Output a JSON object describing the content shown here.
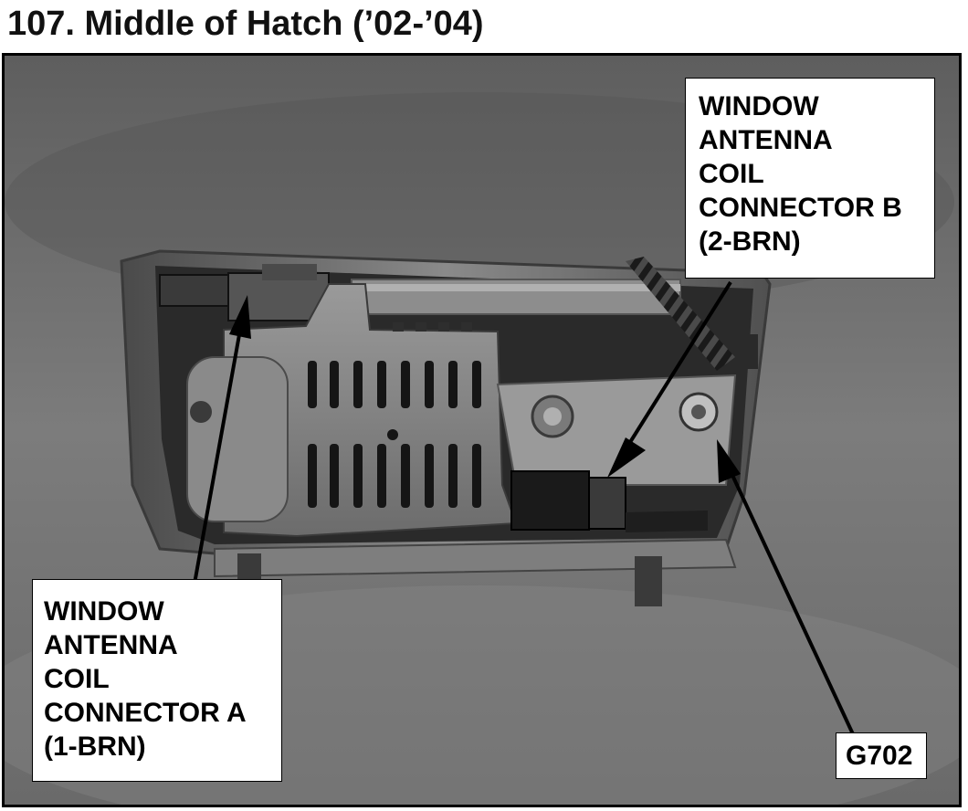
{
  "title": "107. Middle of Hatch (’02-’04)",
  "callouts": {
    "connector_b": {
      "lines": [
        "WINDOW",
        "ANTENNA",
        "COIL",
        "CONNECTOR B",
        "(2-BRN)"
      ]
    },
    "connector_a": {
      "lines": [
        "WINDOW",
        "ANTENNA",
        "COIL",
        "CONNECTOR A",
        "(1-BRN)"
      ]
    },
    "ground": {
      "lines": [
        "G702"
      ]
    }
  },
  "colors": {
    "text": "#000000",
    "callout_background": "#ffffff",
    "photo_panel": "#6e6e6e"
  }
}
